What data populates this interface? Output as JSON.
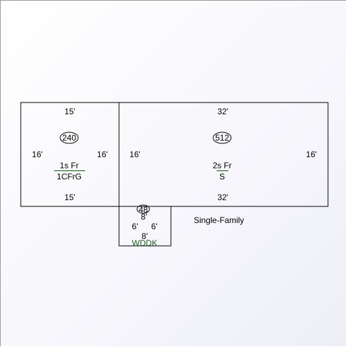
{
  "sections": [
    {
      "id": "garage",
      "area": "240",
      "label_top": "1s Fr",
      "label_bottom": "1CFrG",
      "dim_top": "15'",
      "dim_bottom": "15'",
      "dim_left": "16'",
      "dim_right": "16'"
    },
    {
      "id": "house",
      "area": "512",
      "label_top": "2s Fr",
      "label_bottom": "S",
      "dim_top": "32'",
      "dim_bottom": "32'",
      "dim_left": "16'",
      "dim_right": "16'"
    },
    {
      "id": "deck",
      "area": "48",
      "label": "WDDK",
      "dim_top": "8'",
      "dim_bottom": "8'",
      "dim_left": "6'",
      "dim_right": "6'"
    }
  ],
  "property_type": "Single-Family",
  "colors": {
    "outline": "#000000",
    "underline": "#2e6b2e",
    "deck_text": "#1f5a1f"
  }
}
